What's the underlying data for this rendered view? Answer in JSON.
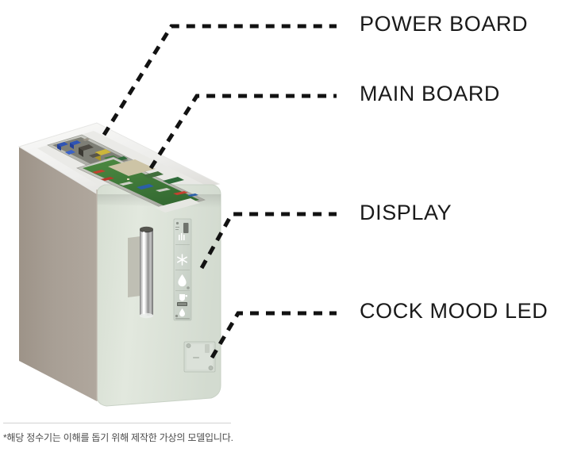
{
  "figure": {
    "title_alt": "Water purifier exploded component callout diagram",
    "background_color": "#ffffff"
  },
  "callouts": [
    {
      "id": "power-board",
      "label": "POWER BOARD",
      "target": "power board tray on top deck"
    },
    {
      "id": "main-board",
      "label": "MAIN BOARD",
      "target": "green main PCB on top deck"
    },
    {
      "id": "display",
      "label": "DISPLAY",
      "target": "vertical front display strip"
    },
    {
      "id": "cock-mood-led",
      "label": "COCK MOOD LED",
      "target": "lower front LED module"
    }
  ],
  "footnote": {
    "text": "*해당 정수기는 이해를 돕기 위해 제작한 가상의 모델입니다.",
    "divider_color": "#d2d2d2"
  },
  "device": {
    "name": "water-purifier",
    "colors": {
      "side_panel": "#a79e94",
      "front_panel": "#dde4da",
      "front_panel_edge": "#cfd8cb",
      "top_deck": "#f2f2f0",
      "top_deck_shadow": "#dcdcda",
      "chrome_light": "#fbfbfb",
      "chrome_dark": "#5d5d5d",
      "panel_glass": "#cdd5cc",
      "led_module": "#ced6cd"
    },
    "display_icons": [
      "screen-icon",
      "sparkle-icon",
      "snowflake-icon",
      "water-drop-icon",
      "cup-icon",
      "hot-water-icon"
    ],
    "boards": {
      "power_board": {
        "tray_color": "#b9bab4",
        "accents": [
          "#3a5fc0",
          "#d6c23a",
          "#5a5a52",
          "#2f6b3a"
        ]
      },
      "main_board": {
        "pcb_color": "#3f7a3a",
        "accents": [
          "#cfc6a8",
          "#c0392b",
          "#2b5fa8",
          "#d8d8d0"
        ]
      }
    }
  },
  "leader_lines": {
    "color": "#121212",
    "style": "dashed",
    "dash_pattern": "11 9",
    "width": 5
  }
}
